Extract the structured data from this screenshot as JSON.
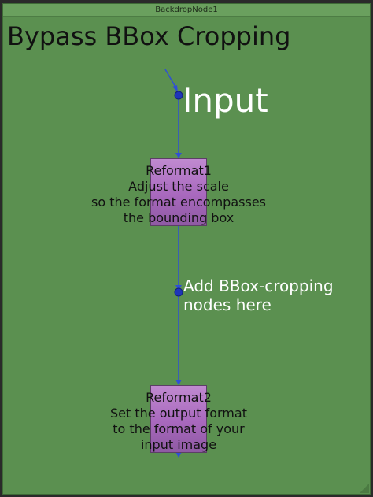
{
  "backdrop": {
    "title": "BackdropNode1",
    "label": "Bypass BBox Cropping",
    "color": "#5b9050"
  },
  "dots": [
    {
      "label": "Input"
    },
    {
      "label_line1": "Add BBox-cropping",
      "label_line2": "nodes here"
    }
  ],
  "nodes": [
    {
      "name": "Reformat1",
      "lines": [
        "Adjust the scale",
        "so the format encompasses",
        "the bounding box"
      ]
    },
    {
      "name": "Reformat2",
      "lines": [
        "Set the output format",
        "to the format of your",
        "input image"
      ]
    }
  ],
  "colors": {
    "node": "#b57bc9",
    "wire": "#2f4fd6",
    "dot": "#1e35b8"
  }
}
